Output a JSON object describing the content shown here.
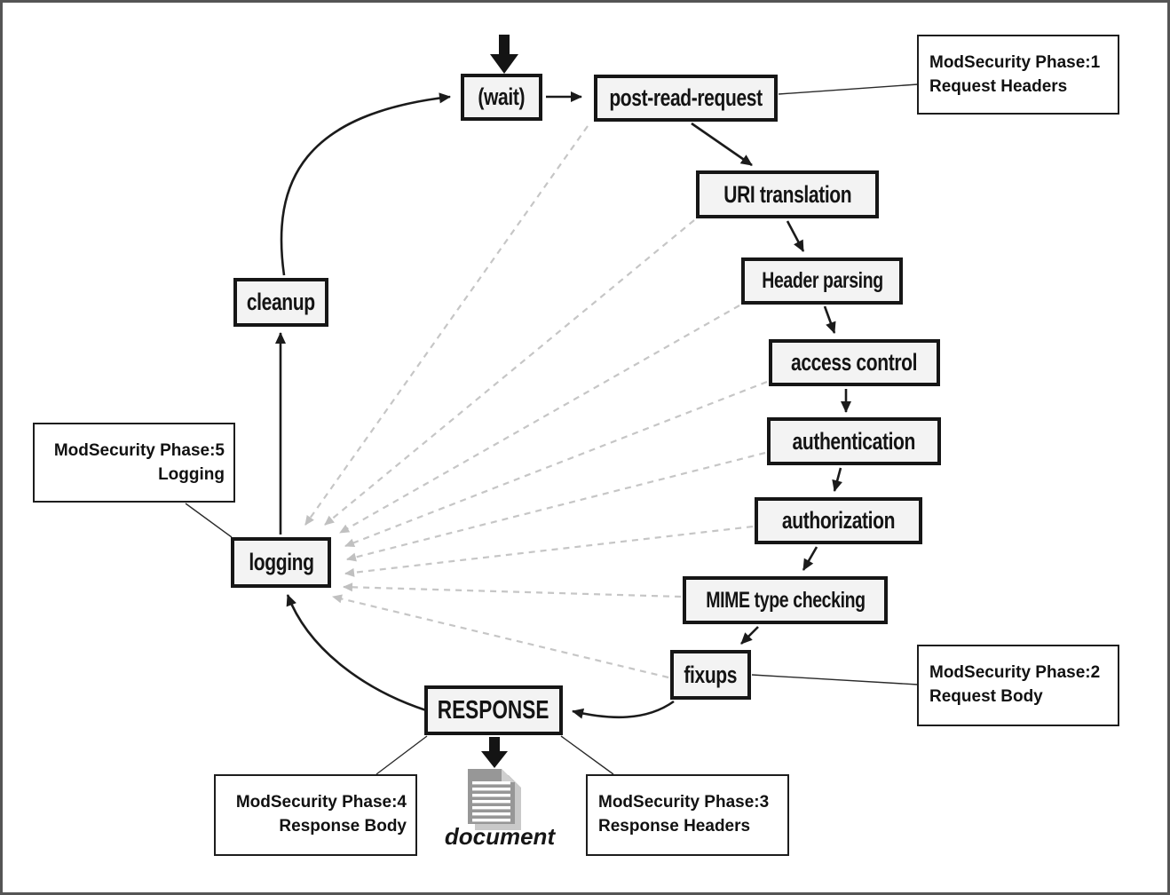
{
  "nodes": {
    "wait": {
      "label": "(wait)"
    },
    "post_read": {
      "label": "post-read-request"
    },
    "uri": {
      "label": "URI translation"
    },
    "header_parsing": {
      "label": "Header parsing"
    },
    "access_control": {
      "label": "access control"
    },
    "authentication": {
      "label": "authentication"
    },
    "authorization": {
      "label": "authorization"
    },
    "mime": {
      "label": "MIME type checking"
    },
    "fixups": {
      "label": "fixups"
    },
    "response": {
      "label": "RESPONSE"
    },
    "logging": {
      "label": "logging"
    },
    "cleanup": {
      "label": "cleanup"
    }
  },
  "callouts": {
    "phase1": {
      "line1": "ModSecurity Phase:1",
      "line2": "Request Headers"
    },
    "phase2": {
      "line1": "ModSecurity Phase:2",
      "line2": "Request Body"
    },
    "phase3": {
      "line1": "ModSecurity Phase:3",
      "line2": "Response Headers"
    },
    "phase4": {
      "line1": "ModSecurity Phase:4",
      "line2": "Response Body"
    },
    "phase5": {
      "line1": "ModSecurity Phase:5",
      "line2": "Logging"
    }
  },
  "document": {
    "label": "document"
  },
  "colors": {
    "background": "#ffffff",
    "outer_border": "#555555",
    "node_fill": "#f3f3f3",
    "node_border": "#161616",
    "solid_arrow": "#1b1b1b",
    "dashed_arrow": "#c6c6c6",
    "doc_page": "#979797",
    "doc_shadow": "#c9c9c9"
  }
}
